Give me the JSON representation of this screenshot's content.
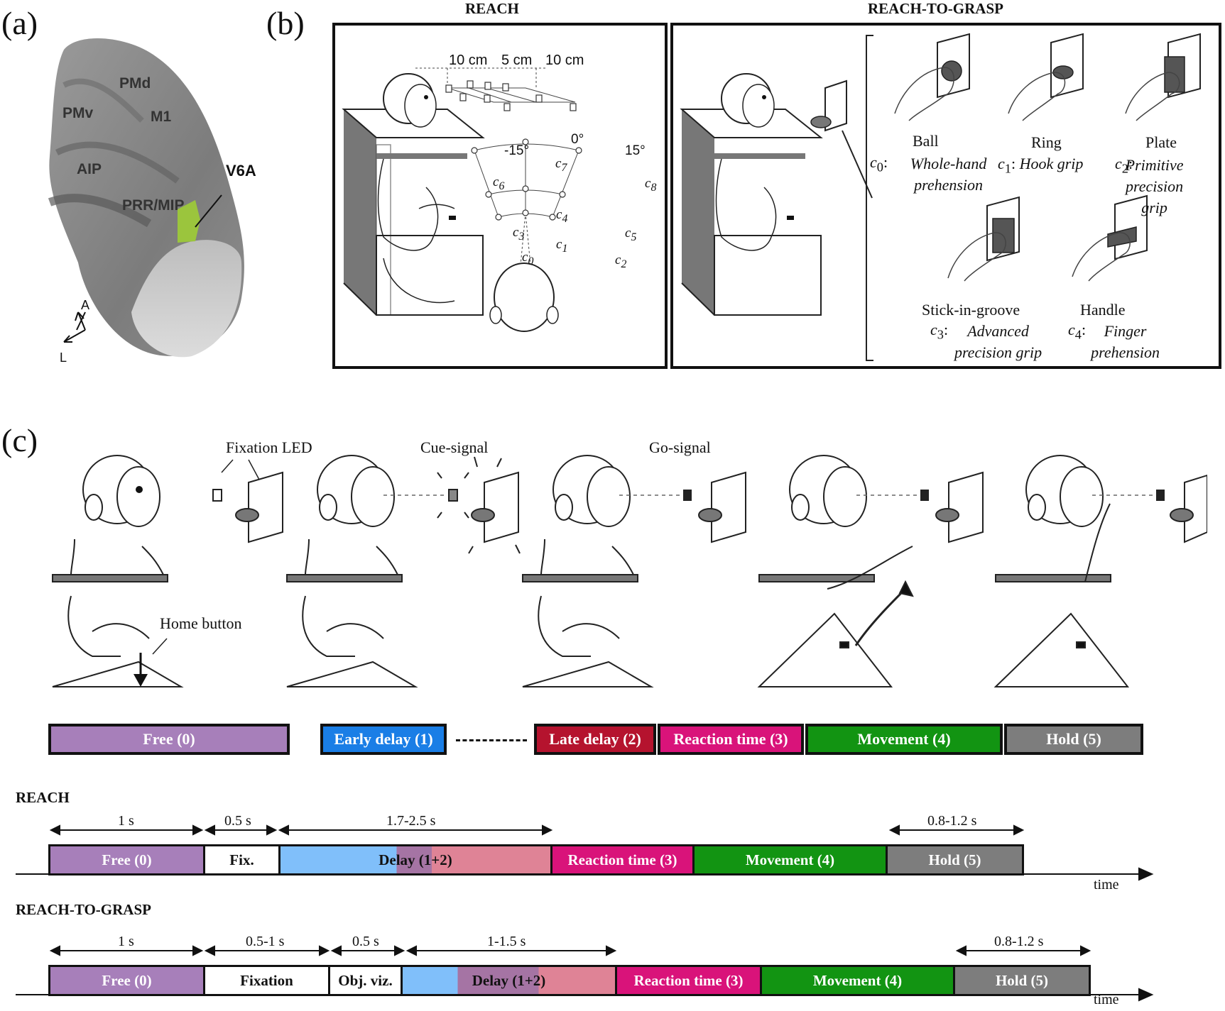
{
  "panels": {
    "a": "(a)",
    "b": "(b)",
    "c": "(c)"
  },
  "brain": {
    "labels": [
      "PMd",
      "PMv",
      "M1",
      "AIP",
      "PRR/MIP"
    ],
    "highlight": "V6A",
    "highlight_color": "#9bc53d",
    "axis_a": "A",
    "axis_l": "L"
  },
  "reach_panel": {
    "title": "REACH",
    "distances": [
      "10 cm",
      "5 cm",
      "10 cm"
    ],
    "angles": [
      "-15°",
      "0°",
      "15°"
    ],
    "conditions": [
      "c0",
      "c1",
      "c2",
      "c3",
      "c4",
      "c5",
      "c6",
      "c7",
      "c8"
    ]
  },
  "grasp_panel": {
    "title": "REACH-TO-GRASP",
    "objects": [
      {
        "name": "Ball",
        "cond": "c0",
        "grip": "Whole-hand prehension"
      },
      {
        "name": "Ring",
        "cond": "c1",
        "grip": "Hook grip"
      },
      {
        "name": "Plate",
        "cond": "c2",
        "grip": "Primitive precision grip"
      },
      {
        "name": "Stick-in-groove",
        "cond": "c3",
        "grip": "Advanced precision grip"
      },
      {
        "name": "Handle",
        "cond": "c4",
        "grip": "Finger prehension"
      }
    ]
  },
  "task": {
    "fixation_led": "Fixation LED",
    "cue_signal": "Cue-signal",
    "go_signal": "Go-signal",
    "home_button": "Home button",
    "phases": [
      {
        "label": "Free (0)",
        "color": "#a77fba"
      },
      {
        "label": "Early delay (1)",
        "color": "#1a7ee6"
      },
      {
        "label": "Late delay (2)",
        "color": "#b5132e"
      },
      {
        "label": "Reaction time (3)",
        "color": "#d9137a"
      },
      {
        "label": "Movement (4)",
        "color": "#129412"
      },
      {
        "label": "Hold (5)",
        "color": "#7d7d7d"
      }
    ]
  },
  "timeline_reach": {
    "title": "REACH",
    "durations": [
      "1 s",
      "0.5 s",
      "1.7-2.5 s",
      "0.8-1.2 s"
    ],
    "segments": [
      "Free (0)",
      "Fix.",
      "Delay (1+2)",
      "Reaction time (3)",
      "Movement (4)",
      "Hold (5)"
    ],
    "time_label": "time"
  },
  "timeline_grasp": {
    "title": "REACH-TO-GRASP",
    "durations": [
      "1 s",
      "0.5-1 s",
      "0.5 s",
      "1-1.5 s",
      "0.8-1.2 s"
    ],
    "segments": [
      "Free (0)",
      "Fixation",
      "Obj. viz.",
      "Delay (1+2)",
      "Reaction time (3)",
      "Movement (4)",
      "Hold (5)"
    ],
    "time_label": "time"
  },
  "colors": {
    "free": "#a77fba",
    "delay_light_blue": "#80bffa",
    "delay_mid": "#a574a4",
    "delay_pink": "#df8396",
    "reaction": "#d9137a",
    "movement": "#129412",
    "hold": "#7d7d7d"
  }
}
